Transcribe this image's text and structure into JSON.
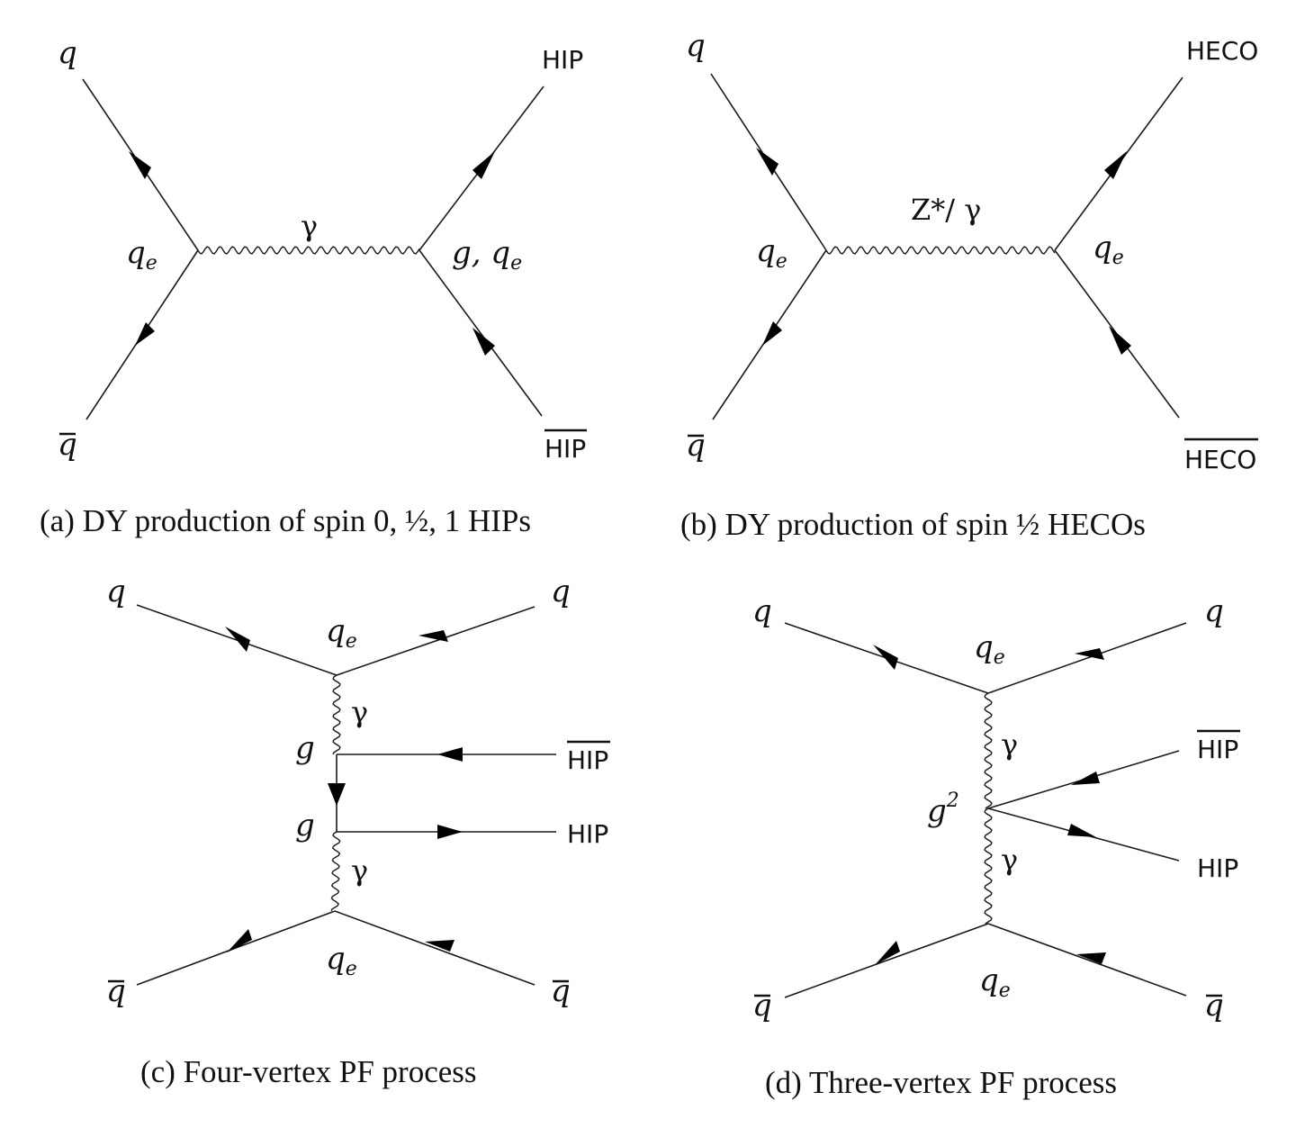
{
  "labels": {
    "q": "q",
    "qbar": "q",
    "qe": "q",
    "e": "e",
    "g": "g",
    "g_qe": "g, q",
    "g2": "g",
    "sq": "2",
    "gamma": "γ",
    "zgamma": "Z*/ γ",
    "hip": "HIP",
    "heco": "HECO"
  },
  "captions": {
    "a": "(a) DY production of spin 0, ½, 1 HIPs",
    "b": "(b) DY production of spin ½  HECOs",
    "c": "(c) Four-vertex PF process",
    "d": "(d) Three-vertex PF process"
  }
}
